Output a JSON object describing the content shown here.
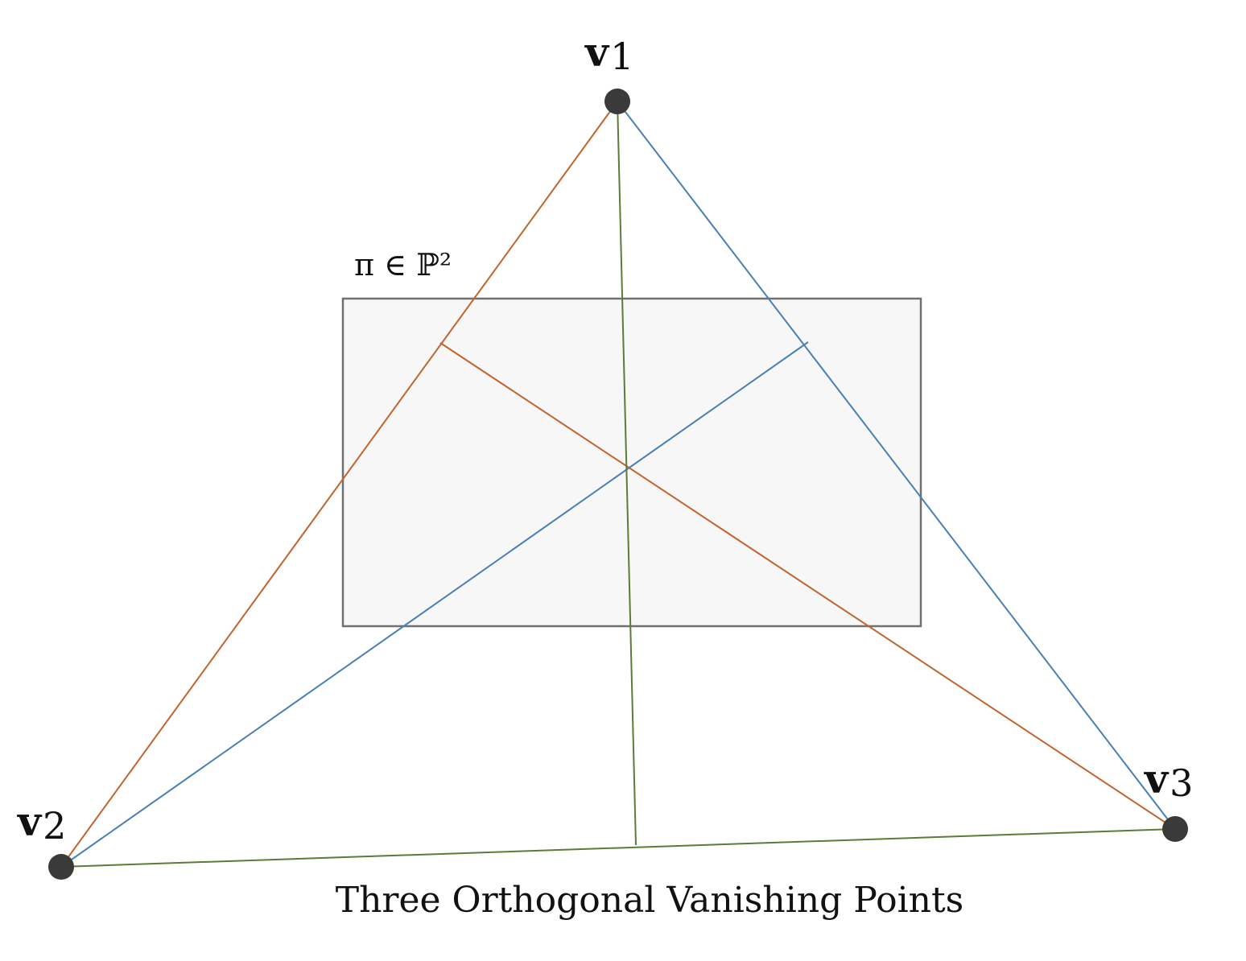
{
  "caption": "Three Orthogonal Vanishing Points",
  "plane_label": "π ∈ ℙ²",
  "vanishing_points": [
    {
      "id": "v1",
      "letter": "v",
      "subscript": "1"
    },
    {
      "id": "v2",
      "letter": "v",
      "subscript": "2"
    },
    {
      "id": "v3",
      "letter": "v",
      "subscript": "3"
    }
  ],
  "colors": {
    "orange": "#c0652e",
    "blue": "#4a7fb5",
    "green": "#5a7d35",
    "point": "#3a3a3a",
    "plane_fill": "#f7f7f7",
    "plane_stroke": "#707070"
  }
}
